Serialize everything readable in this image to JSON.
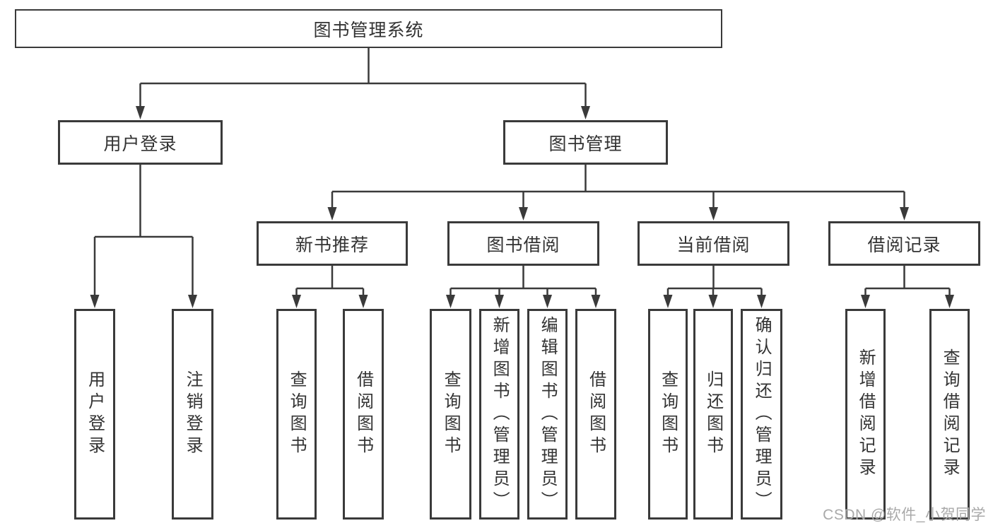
{
  "diagram": {
    "type": "hierarchy-tree",
    "root": {
      "label": "图书管理系统"
    },
    "level2": [
      {
        "label": "用户登录",
        "parent": "图书管理系统"
      },
      {
        "label": "图书管理",
        "parent": "图书管理系统"
      }
    ],
    "level3": [
      {
        "label": "新书推荐",
        "parent": "图书管理"
      },
      {
        "label": "图书借阅",
        "parent": "图书管理"
      },
      {
        "label": "当前借阅",
        "parent": "图书管理"
      },
      {
        "label": "借阅记录",
        "parent": "图书管理"
      }
    ],
    "leaves": [
      {
        "label": "用户登录",
        "parent": "用户登录"
      },
      {
        "label": "注销登录",
        "parent": "用户登录"
      },
      {
        "label": "查询图书",
        "parent": "新书推荐"
      },
      {
        "label": "借阅图书",
        "parent": "新书推荐"
      },
      {
        "label": "查询图书",
        "parent": "图书借阅"
      },
      {
        "label": "新增图书（管理员）",
        "parent": "图书借阅"
      },
      {
        "label": "编辑图书（管理员）",
        "parent": "图书借阅"
      },
      {
        "label": "借阅图书",
        "parent": "图书借阅"
      },
      {
        "label": "查询图书",
        "parent": "当前借阅"
      },
      {
        "label": "归还图书",
        "parent": "当前借阅"
      },
      {
        "label": "确认归还（管理员）",
        "parent": "当前借阅"
      },
      {
        "label": "新增借阅记录",
        "parent": "借阅记录"
      },
      {
        "label": "查询借阅记录",
        "parent": "借阅记录"
      }
    ]
  },
  "watermark": {
    "text": "CSDN @软件_小贺同学"
  },
  "colors": {
    "line": "#3a3a3a",
    "box_border": "#3a3a3a",
    "box_fill": "#ffffff",
    "text": "#333333",
    "background": "#ffffff",
    "watermark": "#a9a9a9"
  }
}
